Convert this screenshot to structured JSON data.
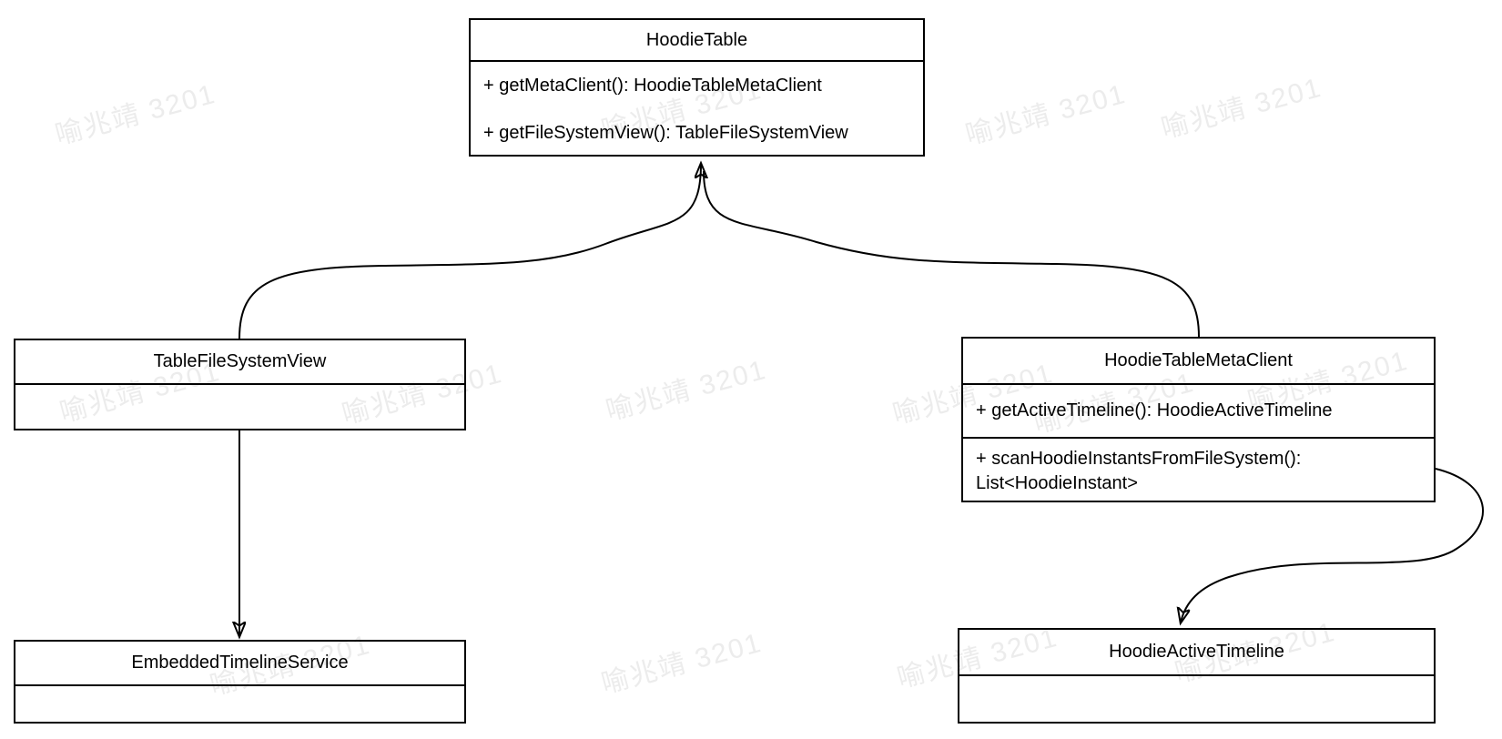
{
  "classes": [
    {
      "name": "HoodieTable",
      "methods": [
        "+ getMetaClient(): HoodieTableMetaClient",
        "+ getFileSystemView(): TableFileSystemView"
      ]
    },
    {
      "name": "TableFileSystemView",
      "methods": []
    },
    {
      "name": "HoodieTableMetaClient",
      "methods": [
        "+ getActiveTimeline(): HoodieActiveTimeline",
        "+ scanHoodieInstantsFromFileSystem(): List<HoodieInstant>"
      ]
    },
    {
      "name": "EmbeddedTimelineService",
      "methods": []
    },
    {
      "name": "HoodieActiveTimeline",
      "methods": []
    }
  ],
  "relations": [
    {
      "from": "TableFileSystemView",
      "to": "HoodieTable",
      "style": "curved-arrow"
    },
    {
      "from": "HoodieTableMetaClient",
      "to": "HoodieTable",
      "style": "curved-arrow"
    },
    {
      "from": "TableFileSystemView",
      "to": "EmbeddedTimelineService",
      "style": "straight-arrow"
    },
    {
      "from": "HoodieTableMetaClient",
      "to": "HoodieActiveTimeline",
      "style": "s-curve-arrow"
    }
  ],
  "watermark": {
    "text": "喻兆靖 3201",
    "color": "#ececec"
  },
  "colors": {
    "line": "#000000",
    "background": "#ffffff"
  }
}
